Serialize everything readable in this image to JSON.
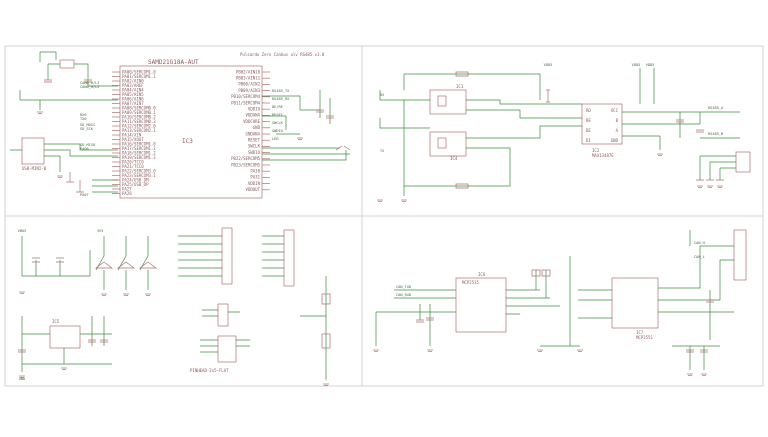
{
  "sheet": {
    "title": "Pulsardo Zero Canbus ulv RS485 v3.0"
  },
  "mcu": {
    "part": "SAMD21G18A-AUT",
    "ref": "IC3",
    "left_pins": [
      "PA00/SERCOM1.0",
      "PA01/SERCOM1.1",
      "PA02/AIN0",
      "PA03/AREF",
      "PA04/AIN4",
      "PA05/AIN5",
      "PA06/AIN6",
      "PA07/AIN7",
      "PA08/SERCOM0.0",
      "PA09/SERCOM0.1",
      "PA10/SERCOM0.2",
      "PA11/SERCOM0.3",
      "PA12/SERCOM2.0",
      "PA13/SERCOM2.1",
      "PA14/XIN",
      "PA15/XOUT",
      "PA16/SERCOM1.0",
      "PA17/SERCOM1.1",
      "PA18/SERCOM1.2",
      "PA19/SERCOM1.3",
      "PA20/TCC0",
      "PA21/TCC0",
      "PA22/SERCOM3.0",
      "PA23/SERCOM3.1",
      "PA24/USB_DM",
      "PA25/USB_DP",
      "PA27",
      "PA28"
    ],
    "right_pins": [
      "PB02/AIN10",
      "PB03/AIN11",
      "PB08/AIN2",
      "PB09/AIN3",
      "PB10/SERCOM4",
      "PB11/SERCOM4",
      "VDDIO",
      "VDDANA",
      "VDDCORE",
      "GND",
      "GNDANA",
      "RESET",
      "SWCLK",
      "SWDIO",
      "PB22/SERCOM5",
      "PB23/SERCOM5",
      "PA30",
      "PA31",
      "VDDIN",
      "VDDOUT"
    ]
  },
  "net_labels": {
    "mcu_left": [
      "CAN0_H/L3",
      "CAN0_H/L2",
      "RX0",
      "TX0",
      "SD_MOSI",
      "SD_SCK",
      "SD_MISO",
      "PA06",
      "PA07"
    ],
    "mcu_right": [
      "RS485_TX",
      "RS485_RX",
      "DE/RE",
      "RESET",
      "SWCLK",
      "SWDIO",
      "LED"
    ]
  },
  "rs485": {
    "part": "MAX13487E",
    "ref": "IC2",
    "pins": [
      "RO",
      "RE",
      "DE",
      "DI"
    ],
    "pins_right": [
      "VCC",
      "B",
      "A",
      "GND"
    ],
    "nets": [
      "RS485_A",
      "RS485_B",
      "RX",
      "TX"
    ],
    "opto1": "IC1",
    "opto2": "IC4",
    "power": [
      "VDD5",
      "VDD5",
      "VDD5"
    ]
  },
  "power": {
    "regulator": "IC5",
    "labels": [
      "VBUS",
      "3V3",
      "GND"
    ]
  },
  "connectors": {
    "header1": "PINHEAD-2x5-FLAT",
    "usb": "USB-MINI-B"
  },
  "can": {
    "controller": "MCP2515",
    "controller_ref": "IC6",
    "transceiver": "MCP2551",
    "transceiver_ref": "IC7",
    "nets": [
      "CAN_H",
      "CAN_L",
      "CAN_TXD",
      "CAN_RXD"
    ]
  }
}
